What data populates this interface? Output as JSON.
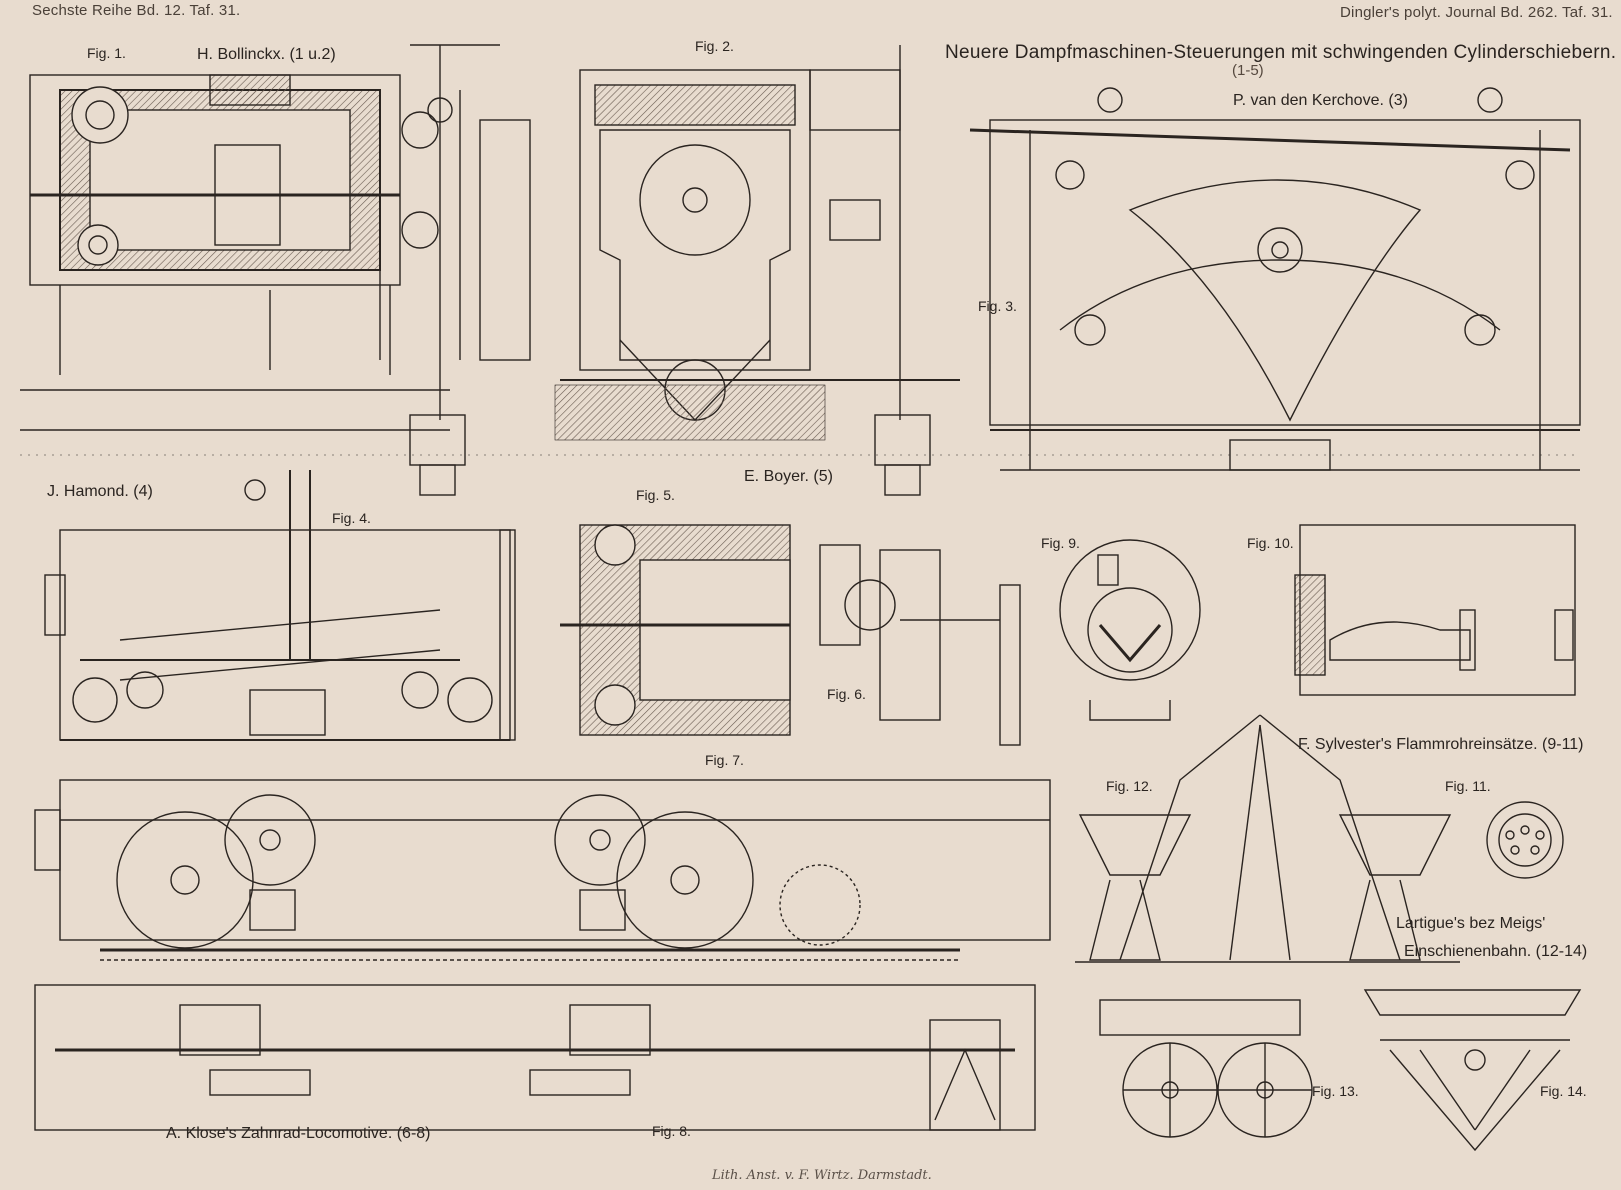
{
  "header": {
    "left": "Sechste Reihe Bd. 12. Taf. 31.",
    "right": "Dingler's polyt. Journal Bd. 262. Taf. 31."
  },
  "title": {
    "main": "Neuere Dampfmaschinen-Steuerungen mit schwingenden Cylinderschiebern.",
    "range": "(1-5)"
  },
  "makers": {
    "bollinckx": "H. Bollinckx. (1 u.2)",
    "kerchove": "P. van den Kerchove. (3)",
    "hamond": "J. Hamond. (4)",
    "boyer": "E. Boyer. (5)",
    "sylvester": "F. Sylvester's Flammrohreinsätze. (9-11)",
    "lartigue_1": "Lartigue's bez Meigs'",
    "lartigue_2": "Einschienenbahn. (12-14)",
    "klose": "A. Klose's Zahnrad-Locomotive. (6-8)"
  },
  "figures": {
    "fig1": "Fig. 1.",
    "fig2": "Fig. 2.",
    "fig3": "Fig. 3.",
    "fig4": "Fig. 4.",
    "fig5": "Fig. 5.",
    "fig6": "Fig. 6.",
    "fig7": "Fig. 7.",
    "fig8": "Fig. 8.",
    "fig9": "Fig. 9.",
    "fig10": "Fig. 10.",
    "fig11": "Fig. 11.",
    "fig12": "Fig. 12.",
    "fig13": "Fig. 13.",
    "fig14": "Fig. 14."
  },
  "imprint": "Lith. Anst. v. F. Wirtz. Darmstadt.",
  "colors": {
    "paper": "#e8dccf",
    "ink": "#2a2420",
    "hatch": "#6a5c52"
  }
}
